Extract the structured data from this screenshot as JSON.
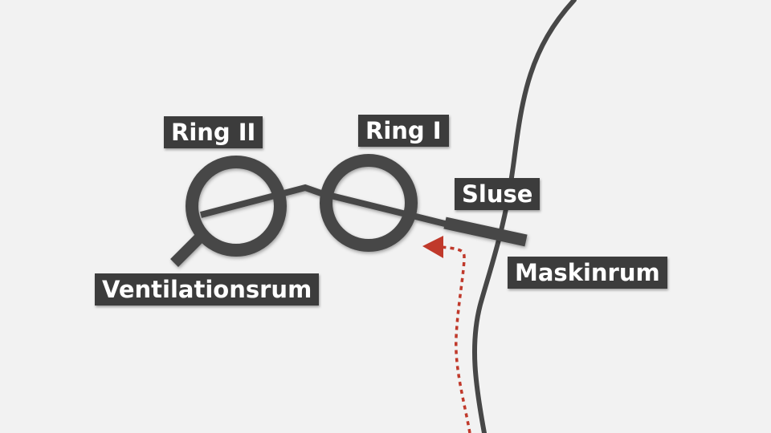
{
  "labels": {
    "ring2": "Ring II",
    "ring1": "Ring I",
    "sluse": "Sluse",
    "maskinrum": "Maskinrum",
    "ventilationsrum": "Ventilationsrum"
  },
  "colors": {
    "background": "#f2f2f2",
    "structure": "#474747",
    "label_bg": "#3c3c3c",
    "label_text": "#ffffff",
    "path_arrow": "#c0392b"
  }
}
